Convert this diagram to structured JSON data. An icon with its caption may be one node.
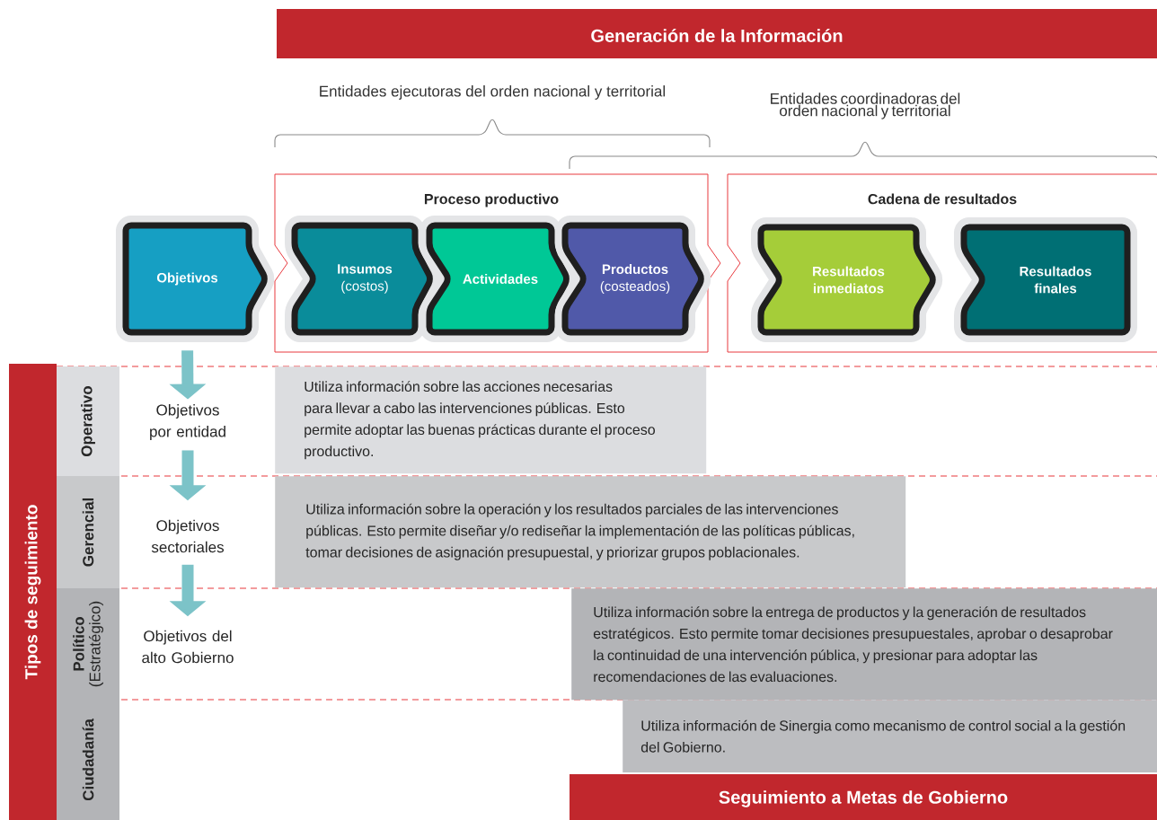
{
  "diagram": {
    "nodes": [
      {
        "text": [
          "Generación de la Información"
        ]
      },
      {
        "text": [
          "Proceso productivo"
        ]
      },
      {
        "text": [
          "Objetivos"
        ]
      },
      {
        "text": [
          "Insumos",
          "(costos)"
        ],
        "in": 1
      },
      {
        "text": [
          "Actividades"
        ],
        "in": 1
      },
      {
        "text": [
          "Productos",
          "(costeados)"
        ],
        "in": 1
      },
      {
        "text": [
          "Cadena de resultados"
        ]
      },
      {
        "text": [
          "Resultados inmediatos"
        ],
        "in": 6
      },
      {
        "text": [
          "Resultados finales"
        ],
        "in": 6
      },
      {
        "text": [
          "Tipos de seguimiento"
        ]
      },
      {
        "text": [
          "Operativo"
        ]
      },
      {
        "text": [
          "Gerencial"
        ]
      },
      {
        "text": [
          "Político",
          "(Estratégico)"
        ]
      },
      {
        "text": [
          "Ciudadanía"
        ]
      },
      {
        "text": [
          "Objetivos por entidad"
        ]
      },
      {
        "text": [
          "Objetivos sectoriales"
        ]
      },
      {
        "text": [
          "Objetivos del alto Gobierno"
        ]
      },
      {
        "text": [
          "Utiliza información sobre las acciones necesarias para llevar a cabo las intervenciones públicas. Esto permite adoptar las buenas prácticas durante el proceso productivo."
        ]
      },
      {
        "text": [
          "Utiliza información sobre la operación y los resultados parciales de las intervenciones públicas. Esto permite diseñar y/o rediseñar la implementación de las políticas públicas, tomar decisiones de asignación presupuestal, y priorizar grupos poblacionales."
        ]
      },
      {
        "text": [
          "Utiliza información sobre la entrega de productos y la generación de resultados estratégicos. Esto permite tomar decisiones presupuestales, aprobar o desaprobar la continuidad de una intervención pública, y presionar para adoptar las recomendaciones de las evaluaciones."
        ]
      },
      {
        "text": [
          "Utiliza información de Sinergia como mecanismo de control social a la gestión del Gobierno."
        ]
      },
      {
        "text": [
          "Seguimiento a Metas de Gobierno"
        ]
      }
    ],
    "edges": [
      {
        "from": 2,
        "to": 14,
        "arrow": "to"
      },
      {
        "from": 14,
        "to": 15,
        "arrow": "to"
      },
      {
        "from": 15,
        "to": 16,
        "arrow": "to"
      }
    ],
    "labels": [
      "Entidades ejecutoras del orden nacional y territorial",
      "Entidades coordinadoras del orden nacional y territorial"
    ]
  }
}
